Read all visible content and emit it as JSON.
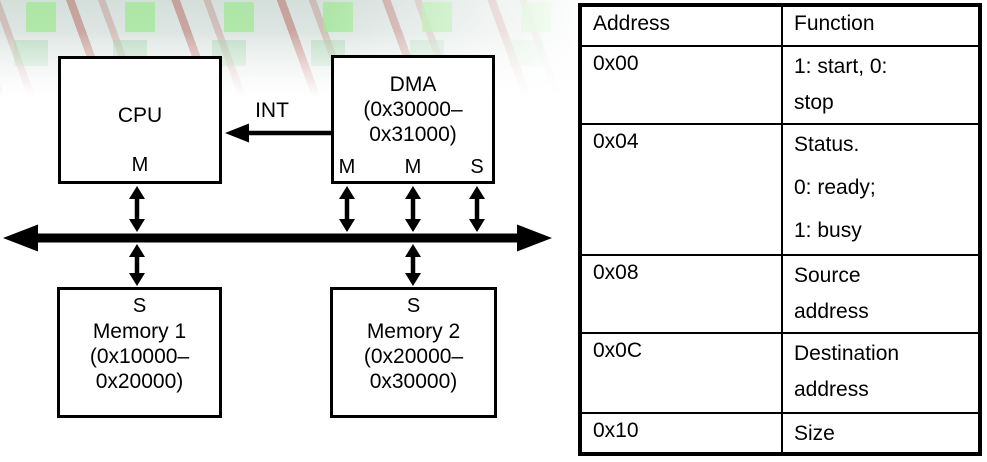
{
  "diagram": {
    "cpu": {
      "label": "CPU",
      "port_label": "M"
    },
    "int_label": "INT",
    "dma": {
      "title": "DMA",
      "range_line1": "(0x30000–",
      "range_line2": "0x31000)",
      "ports": [
        "M",
        "M",
        "S"
      ]
    },
    "memory1": {
      "port_label": "S",
      "name": "Memory 1",
      "range_line1": "(0x10000–",
      "range_line2": "0x20000)"
    },
    "memory2": {
      "port_label": "S",
      "name": "Memory 2",
      "range_line1": "(0x20000–",
      "range_line2": "0x30000)"
    }
  },
  "table": {
    "headers": [
      "Address",
      "Function"
    ],
    "rows": [
      {
        "address": "0x00",
        "function_lines": [
          "1: start, 0:",
          "stop"
        ]
      },
      {
        "address": "0x04",
        "function_lines": [
          "Status.",
          "0: ready;",
          "1: busy"
        ]
      },
      {
        "address": "0x08",
        "function_lines": [
          "Source",
          "address"
        ]
      },
      {
        "address": "0x0C",
        "function_lines": [
          "Destination",
          "address"
        ]
      },
      {
        "address": "0x10",
        "function_lines": [
          "Size"
        ]
      }
    ]
  },
  "colors": {
    "diagram_line": "#000000",
    "background": "#ffffff",
    "decor_green": "#a3e898",
    "decor_red": "#aa3e34"
  }
}
